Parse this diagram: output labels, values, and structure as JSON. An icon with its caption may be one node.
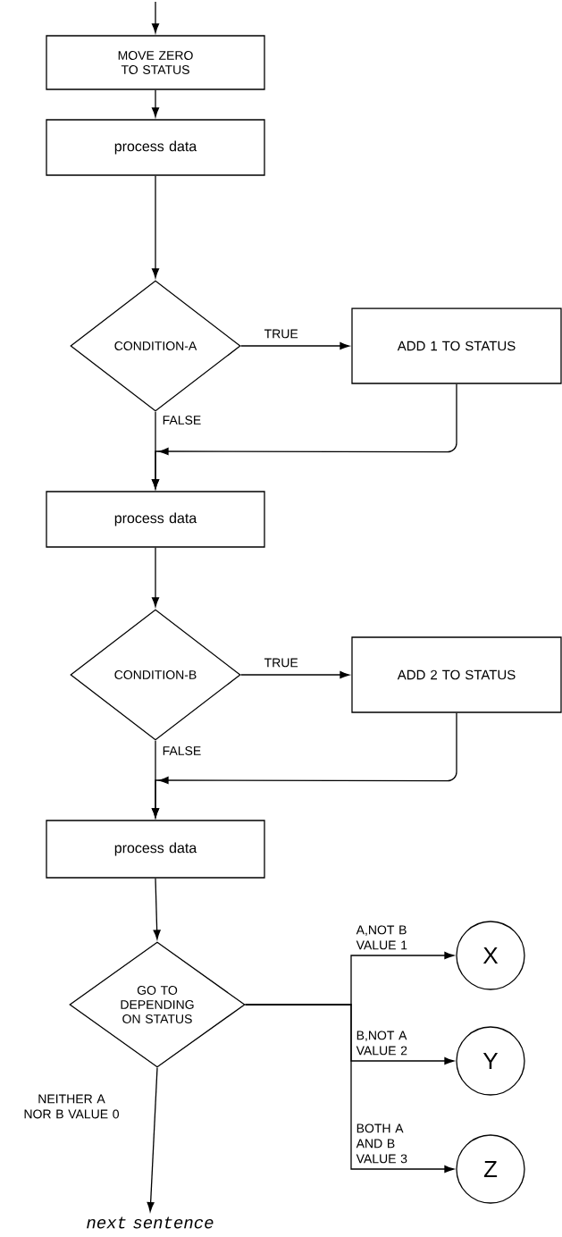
{
  "diagram": {
    "nodes": [
      {
        "text": [
          "MOVE ZERO TO STATUS"
        ]
      },
      {
        "text": [
          "process data"
        ]
      },
      {
        "text": [
          "CONDITION-A"
        ]
      },
      {
        "text": [
          "ADD 1 TO STATUS"
        ]
      },
      {
        "text": [
          "process data"
        ]
      },
      {
        "text": [
          "CONDITION-B"
        ]
      },
      {
        "text": [
          "ADD 2 TO STATUS"
        ]
      },
      {
        "text": [
          "process data"
        ]
      },
      {
        "text": [
          "GO TO DEPENDING ON STATUS"
        ]
      },
      {
        "text": [
          "X"
        ]
      },
      {
        "text": [
          "Y"
        ]
      },
      {
        "text": [
          "Z"
        ]
      },
      {
        "text": [
          "next sentence"
        ]
      }
    ],
    "edges": [
      {
        "from": null,
        "to": 0,
        "arrow": "to"
      },
      {
        "from": 0,
        "to": 1,
        "arrow": "to"
      },
      {
        "from": 1,
        "to": 2,
        "arrow": "to"
      },
      {
        "from": 2,
        "to": 3,
        "arrow": "to",
        "label": "TRUE"
      },
      {
        "from": 2,
        "to": 4,
        "arrow": "to",
        "label": "FALSE"
      },
      {
        "from": 3,
        "to": 4,
        "arrow": "to"
      },
      {
        "from": 4,
        "to": 5,
        "arrow": "to"
      },
      {
        "from": 5,
        "to": 6,
        "arrow": "to",
        "label": "TRUE"
      },
      {
        "from": 5,
        "to": 7,
        "arrow": "to",
        "label": "FALSE"
      },
      {
        "from": 6,
        "to": 7,
        "arrow": "to"
      },
      {
        "from": 7,
        "to": 8,
        "arrow": "to"
      },
      {
        "from": 8,
        "to": 9,
        "arrow": "to",
        "label": "A,NOT B VALUE 1"
      },
      {
        "from": 8,
        "to": 10,
        "arrow": "to",
        "label": "B,NOT A VALUE 2"
      },
      {
        "from": 8,
        "to": 11,
        "arrow": "to",
        "label": "BOTH A AND B VALUE 3"
      },
      {
        "from": 8,
        "to": 12,
        "arrow": "to",
        "label": "NEITHER A NOR B VALUE 0"
      }
    ]
  }
}
